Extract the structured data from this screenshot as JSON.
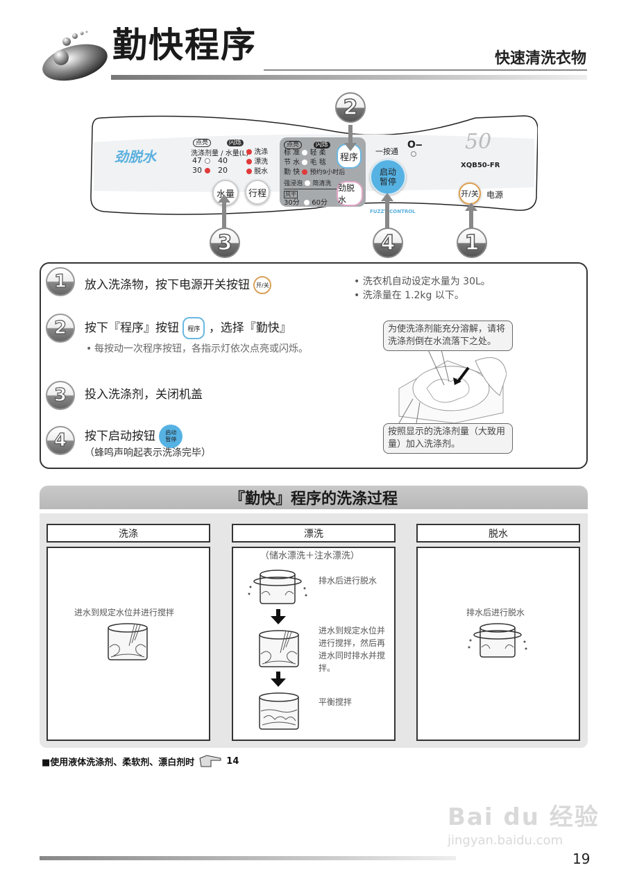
{
  "header": {
    "title": "勤快程序",
    "subtitle": "快速清洗衣物"
  },
  "panel": {
    "brand": "劲脱水",
    "lit_label": "点亮",
    "blink_label": "闪烁",
    "water_header": "洗涤剂量 / 水量(L)",
    "water_levels": [
      "47",
      "40",
      "30",
      "20"
    ],
    "stage_leds": [
      "洗涤",
      "漂洗",
      "脱水"
    ],
    "program_lit": "点亮",
    "program_blink": "闪烁",
    "programs": [
      {
        "left": "标 准",
        "right": "轻 柔"
      },
      {
        "left": "节 水",
        "right": "毛 毯"
      },
      {
        "left": "勤 快",
        "right": "预约9小时后"
      }
    ],
    "soak": {
      "left": "强浸泡",
      "right": "简清洗"
    },
    "dry_label": "风干",
    "dry_options": [
      "30分",
      "60分"
    ],
    "buttons": {
      "water": "水量",
      "course": "行程",
      "program": "程序",
      "spin": "劲脱水",
      "start": "启动",
      "pause": "暂停",
      "power": "开/关",
      "power_label": "电源"
    },
    "one_touch": "一按通",
    "capacity": "50",
    "model": "XQB50-FR",
    "fuzzy": "FUZZY CONTROL",
    "callouts": [
      "1",
      "2",
      "3",
      "4"
    ]
  },
  "steps": {
    "items": [
      {
        "num": "1",
        "text": "放入洗涤物，按下电源开关按钮",
        "btn": "开/关"
      },
      {
        "num": "2",
        "text_a": "按下『程序』按钮",
        "btn": "程序",
        "text_b": "，选择『勤快』",
        "note": "每按动一次程序按钮，各指示灯依次点亮或闪烁。"
      },
      {
        "num": "3",
        "text": "投入洗涤剂，关闭机盖"
      },
      {
        "num": "4",
        "text": "按下启动按钮",
        "btn_a": "启动",
        "btn_b": "暂停",
        "note": "（蜂鸣声响起表示洗涤完毕）"
      }
    ],
    "facts": [
      "洗衣机自动设定水量为 30L。",
      "洗涤量在 1.2kg 以下。"
    ],
    "bubble_top": "为使洗涤剂能充分溶解，请将洗涤剂倒在水流落下之处。",
    "bubble_bottom": "按照显示的洗涤剂量（大致用量）加入洗涤剂。"
  },
  "process": {
    "title": "『勤快』程序的洗涤过程",
    "columns": [
      {
        "header": "洗涤",
        "caption": "进水到规定水位并进行搅拌"
      },
      {
        "header": "漂洗",
        "subtitle": "（储水漂洗＋注水漂洗）",
        "steps": [
          "排水后进行脱水",
          "进水到规定水位并进行搅拌，然后再进水同时排水并搅拌。",
          "平衡搅拌"
        ]
      },
      {
        "header": "脱水",
        "caption": "排水后进行脱水"
      }
    ]
  },
  "note": {
    "text": "■使用液体洗涤剂、柔软剂、漂白剂时",
    "ref": "14"
  },
  "footer": {
    "page": "19",
    "watermark_brand": "Bai du 经验",
    "watermark_url": "jingyan.baidu.com"
  }
}
